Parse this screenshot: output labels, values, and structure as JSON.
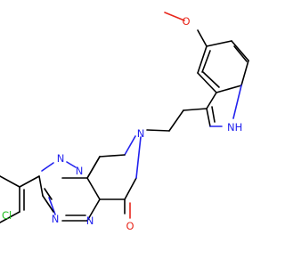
{
  "colors": {
    "carbon": "#000000",
    "nitrogen": "#2222ee",
    "oxygen": "#e8271c",
    "chlorine": "#1fbf1f",
    "background": "#ffffff"
  },
  "atoms": {
    "o_methoxy": "O",
    "n_indole": "NH",
    "n_pyridine": "N",
    "o_carbonyl": "O",
    "n_triazole_a": "N",
    "n_triazole_b": "N",
    "n_triazole_c": "N",
    "n_pyrimidine": "N",
    "cl": "Cl"
  }
}
